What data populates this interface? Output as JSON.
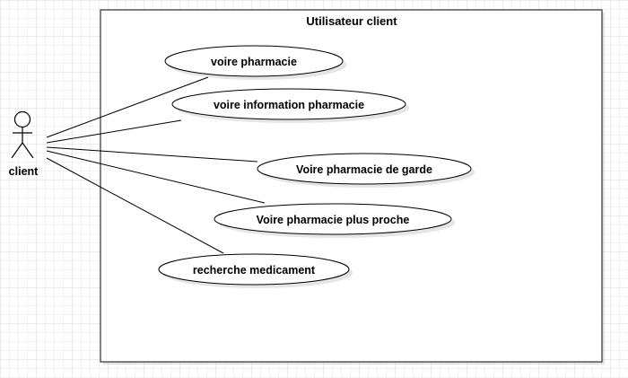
{
  "diagram": {
    "system_boundary": {
      "title": "Utilisateur client"
    },
    "actor": {
      "name": "client"
    },
    "use_cases": [
      {
        "id": "uc1",
        "label": "voire pharmacie"
      },
      {
        "id": "uc2",
        "label": "voire information pharmacie"
      },
      {
        "id": "uc3",
        "label": "Voire pharmacie de garde"
      },
      {
        "id": "uc4",
        "label": "Voire pharmacie plus proche"
      },
      {
        "id": "uc5",
        "label": "recherche medicament"
      }
    ],
    "associations": [
      {
        "from": "client",
        "to": "uc1"
      },
      {
        "from": "client",
        "to": "uc2"
      },
      {
        "from": "client",
        "to": "uc3"
      },
      {
        "from": "client",
        "to": "uc4"
      },
      {
        "from": "client",
        "to": "uc5"
      }
    ]
  }
}
